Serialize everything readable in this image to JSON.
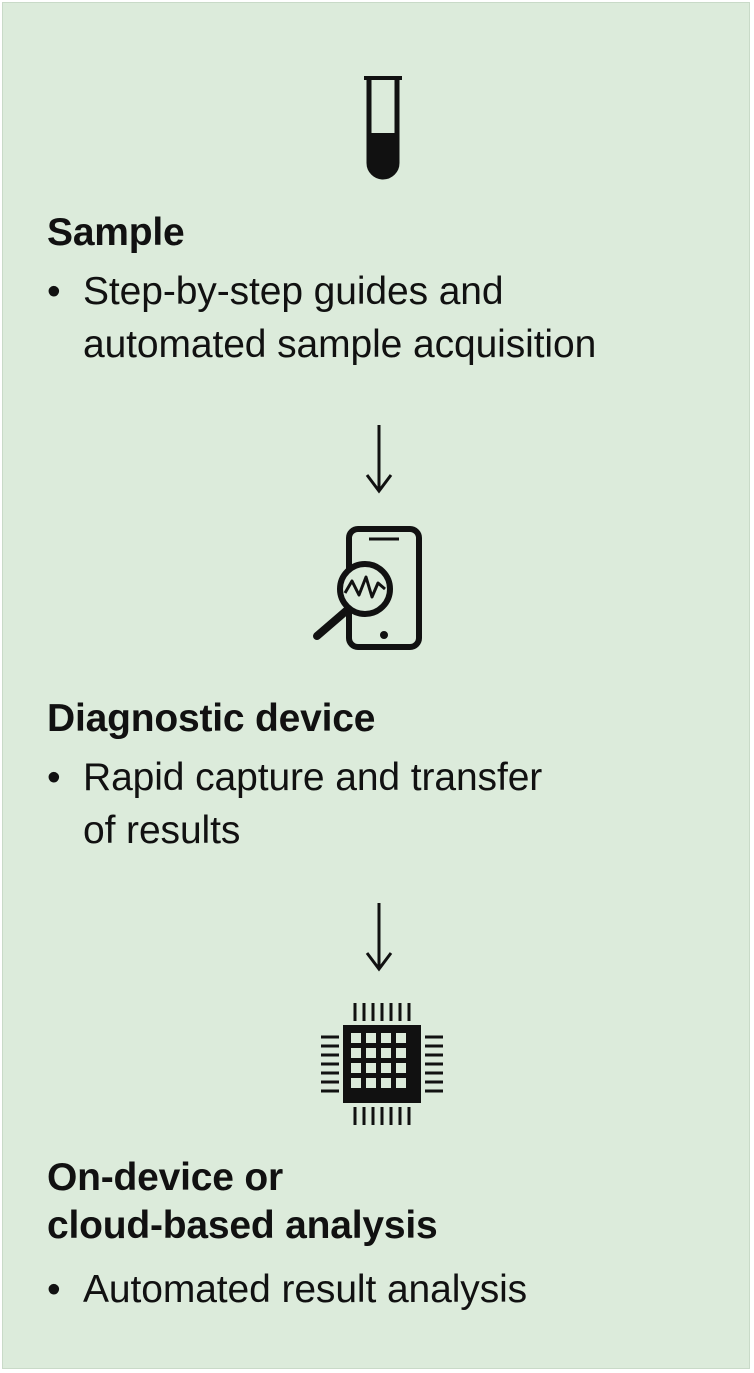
{
  "steps": [
    {
      "icon": "test-tube-icon",
      "title": "Sample",
      "bullet_line_1": "Step-by-step guides and",
      "bullet_line_2": "automated sample acquisition"
    },
    {
      "icon": "smartphone-magnifier-icon",
      "title": "Diagnostic device",
      "bullet_line_1": "Rapid capture and transfer",
      "bullet_line_2": "of results"
    },
    {
      "icon": "microchip-icon",
      "title_line_1": "On-device or",
      "title_line_2": "cloud-based analysis",
      "bullet_line_1": "Automated result analysis"
    }
  ],
  "bullet_symbol": "•",
  "colors": {
    "background": "#dcebdb",
    "ink": "#111111"
  }
}
